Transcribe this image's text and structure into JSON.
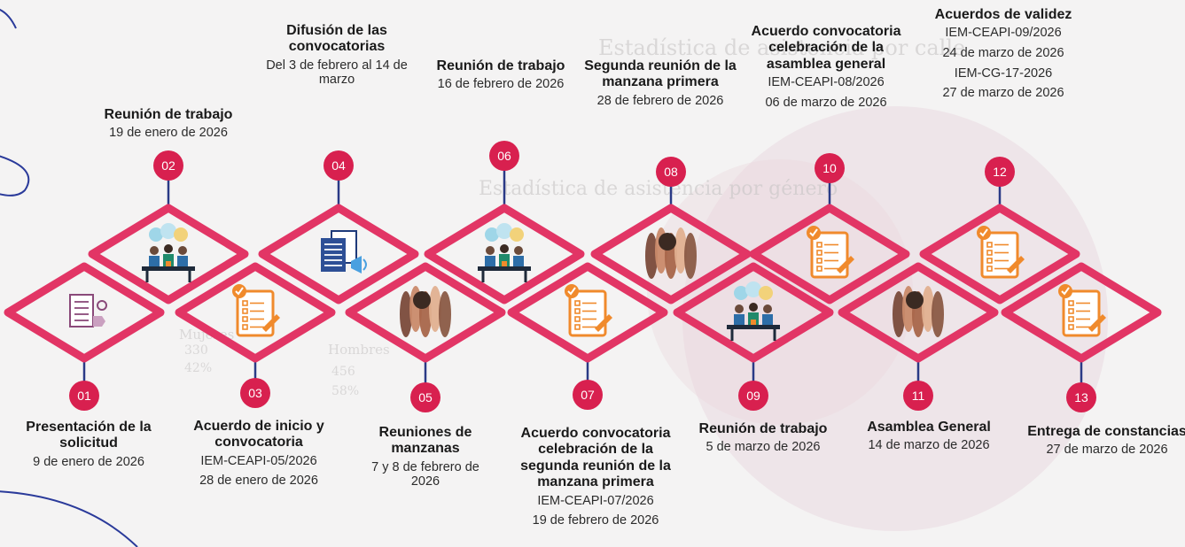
{
  "theme": {
    "accent": "#e23565",
    "dot": "#d8204f",
    "connector": "#2a3a86"
  },
  "background": {
    "watermark_title": "Estadística de asistencia por calle",
    "watermark_subtitle": "Estadística de asistencia por género",
    "watermark_cols": [
      "Hombres",
      "Mujeres"
    ],
    "watermark_vals": [
      "456",
      "330",
      "58%",
      "42%"
    ]
  },
  "steps": [
    {
      "num": "01",
      "title": "Presentación de la solicitud",
      "lines": [
        "9 de enero de 2026"
      ],
      "icon": "document-form-icon"
    },
    {
      "num": "02",
      "title": "Reunión de trabajo",
      "lines": [
        "19 de enero de 2026"
      ],
      "icon": "meeting-icon"
    },
    {
      "num": "03",
      "title": "Acuerdo de inicio y convocatoria",
      "lines": [
        "IEM-CEAPI-05/2026",
        "28 de enero de 2026"
      ],
      "icon": "checklist-icon"
    },
    {
      "num": "04",
      "title": "Difusión de las convocatorias",
      "lines": [
        "Del 3 de febrero al 14 de marzo"
      ],
      "icon": "broadcast-documents-icon"
    },
    {
      "num": "05",
      "title": "Reuniones de manzanas",
      "lines": [
        "7 y 8 de febrero de 2026"
      ],
      "icon": "raised-hands-icon"
    },
    {
      "num": "06",
      "title": "Reunión de trabajo",
      "lines": [
        "16 de febrero de 2026"
      ],
      "icon": "meeting-icon"
    },
    {
      "num": "07",
      "title": "Acuerdo convocatoria celebración de la segunda reunión de la manzana primera",
      "lines": [
        "IEM-CEAPI-07/2026",
        "19 de febrero de 2026"
      ],
      "icon": "checklist-icon"
    },
    {
      "num": "08",
      "title": "Segunda reunión de la manzana primera",
      "lines": [
        "28 de febrero de 2026"
      ],
      "icon": "raised-hands-icon"
    },
    {
      "num": "09",
      "title": "Reunión de trabajo",
      "lines": [
        "5 de marzo de 2026"
      ],
      "icon": "meeting-icon"
    },
    {
      "num": "10",
      "title": "Acuerdo convocatoria celebración de la asamblea general",
      "lines": [
        "IEM-CEAPI-08/2026",
        "06 de marzo de 2026"
      ],
      "icon": "checklist-icon"
    },
    {
      "num": "11",
      "title": "Asamblea General",
      "lines": [
        "14 de marzo de 2026"
      ],
      "icon": "raised-hands-icon"
    },
    {
      "num": "12",
      "title": "Acuerdos de validez",
      "lines": [
        "IEM-CEAPI-09/2026",
        "24 de marzo de 2026",
        "IEM-CG-17-2026",
        "27 de marzo de 2026"
      ],
      "icon": "checklist-icon"
    },
    {
      "num": "13",
      "title": "Entrega de constancias",
      "lines": [
        "27 de marzo de 2026"
      ],
      "icon": "checklist-icon"
    }
  ]
}
